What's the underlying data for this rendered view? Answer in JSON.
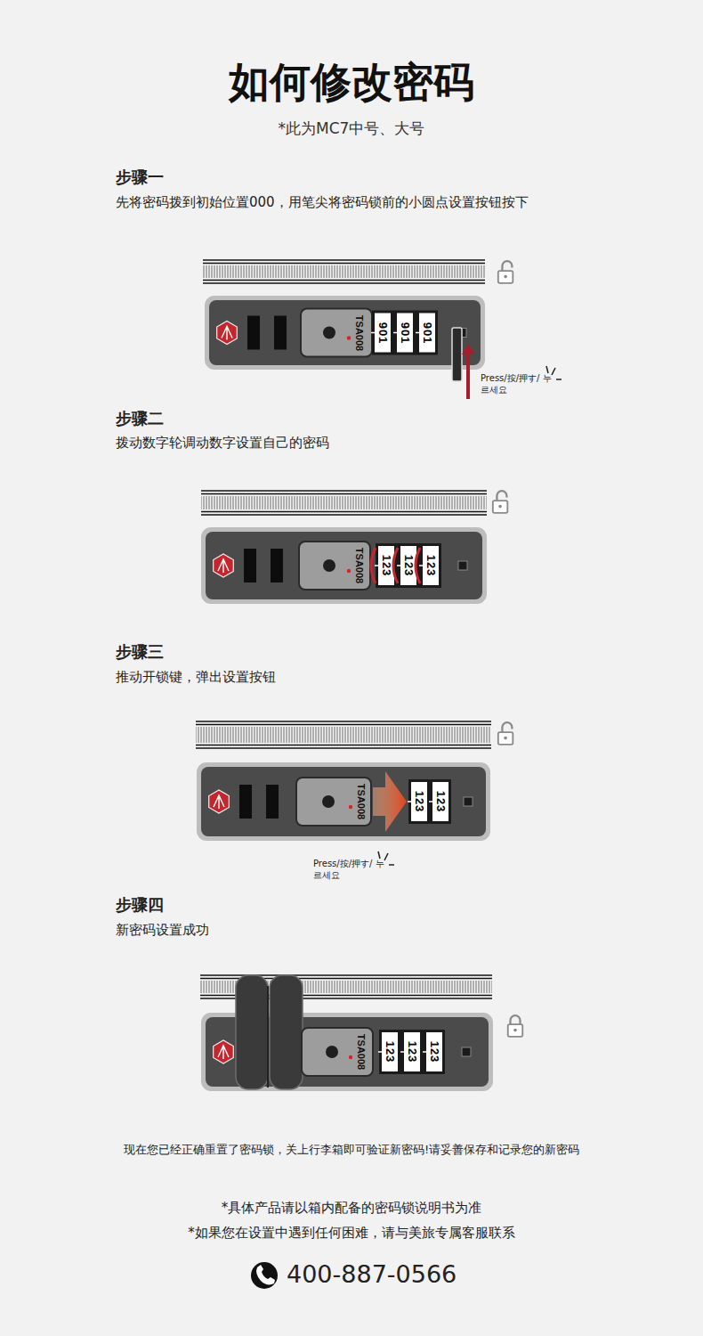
{
  "diagram": {
    "title": "如何修改密码",
    "nodes": [
      {
        "text": [
          "TSA008",
          "901",
          "901",
          "901"
        ]
      },
      {
        "text": [
          "TSA008",
          "123",
          "123",
          "123"
        ]
      },
      {
        "text": [
          "TSA008",
          "123",
          "123"
        ]
      },
      {
        "text": [
          "TSA008",
          "123",
          "123",
          "123"
        ]
      }
    ],
    "labels": [
      "*此为MC7中号、大号",
      "步骤一",
      "先将密码拨到初始位置000，用笔尖将密码锁前的小圆点设置按钮按下",
      "Press/按/押す/ 누르세요",
      "步骤二",
      "拨动数字轮调动数字设置自己的密码",
      "步骤三",
      "推动开锁键，弹出设置按钮",
      "Press/按/押す/ 누르세요",
      "步骤四",
      "新密码设置成功",
      "现在您已经正确重置了密码锁，关上行李箱即可验证新密码!请妥善保存和记录您的新密码",
      "*具体产品请以箱内配备的密码锁说明书为准",
      "*如果您在设置中遇到任何困难，请与美旅专属客服联系",
      "400-887-0566"
    ]
  }
}
